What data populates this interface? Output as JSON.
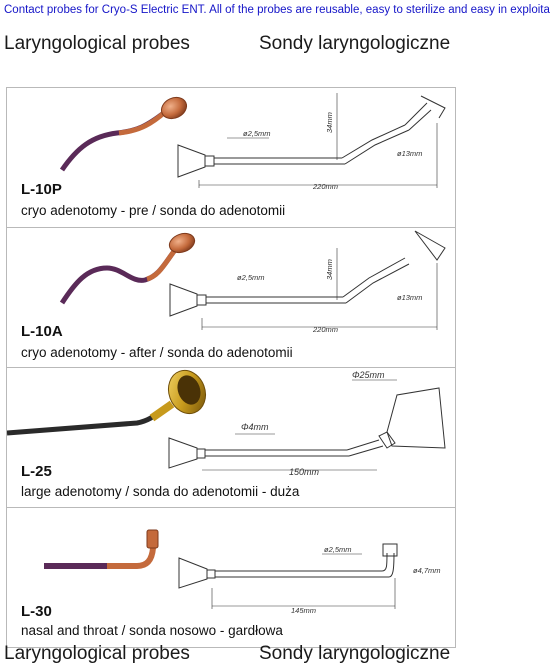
{
  "intro_text": "Contact probes for Cryo-S Electric ENT. All of the probes are reusable, easy to sterilize and easy in exploitation.",
  "heading_en": "Laryngological probes",
  "heading_pl": "Sondy laryngologiczne",
  "probes": [
    {
      "code": "L-10P",
      "description": "cryo adenotomy - pre / sonda do adenotomii",
      "dims": {
        "diameter": "ø2,5mm",
        "height": "34mm",
        "tip": "ø13mm",
        "length": "220mm"
      }
    },
    {
      "code": "L-10A",
      "description": "cryo adenotomy - after / sonda do adenotomii",
      "dims": {
        "diameter": "ø2,5mm",
        "height": "34mm",
        "tip": "ø13mm",
        "length": "220mm"
      }
    },
    {
      "code": "L-25",
      "description": "large adenotomy / sonda do adenotomii - duża",
      "dims": {
        "diameter": "Φ4mm",
        "tip": "Φ25mm",
        "length": "150mm"
      }
    },
    {
      "code": "L-30",
      "description": "nasal and throat / sonda nosowo - gardłowa",
      "dims": {
        "diameter": "ø2,5mm",
        "tip": "ø4,7mm",
        "length": "145mm"
      }
    }
  ],
  "colors": {
    "intro": "#1515c8",
    "copper": "#c46a3c",
    "gold": "#c79a1c",
    "wire": "#5a2a58"
  }
}
